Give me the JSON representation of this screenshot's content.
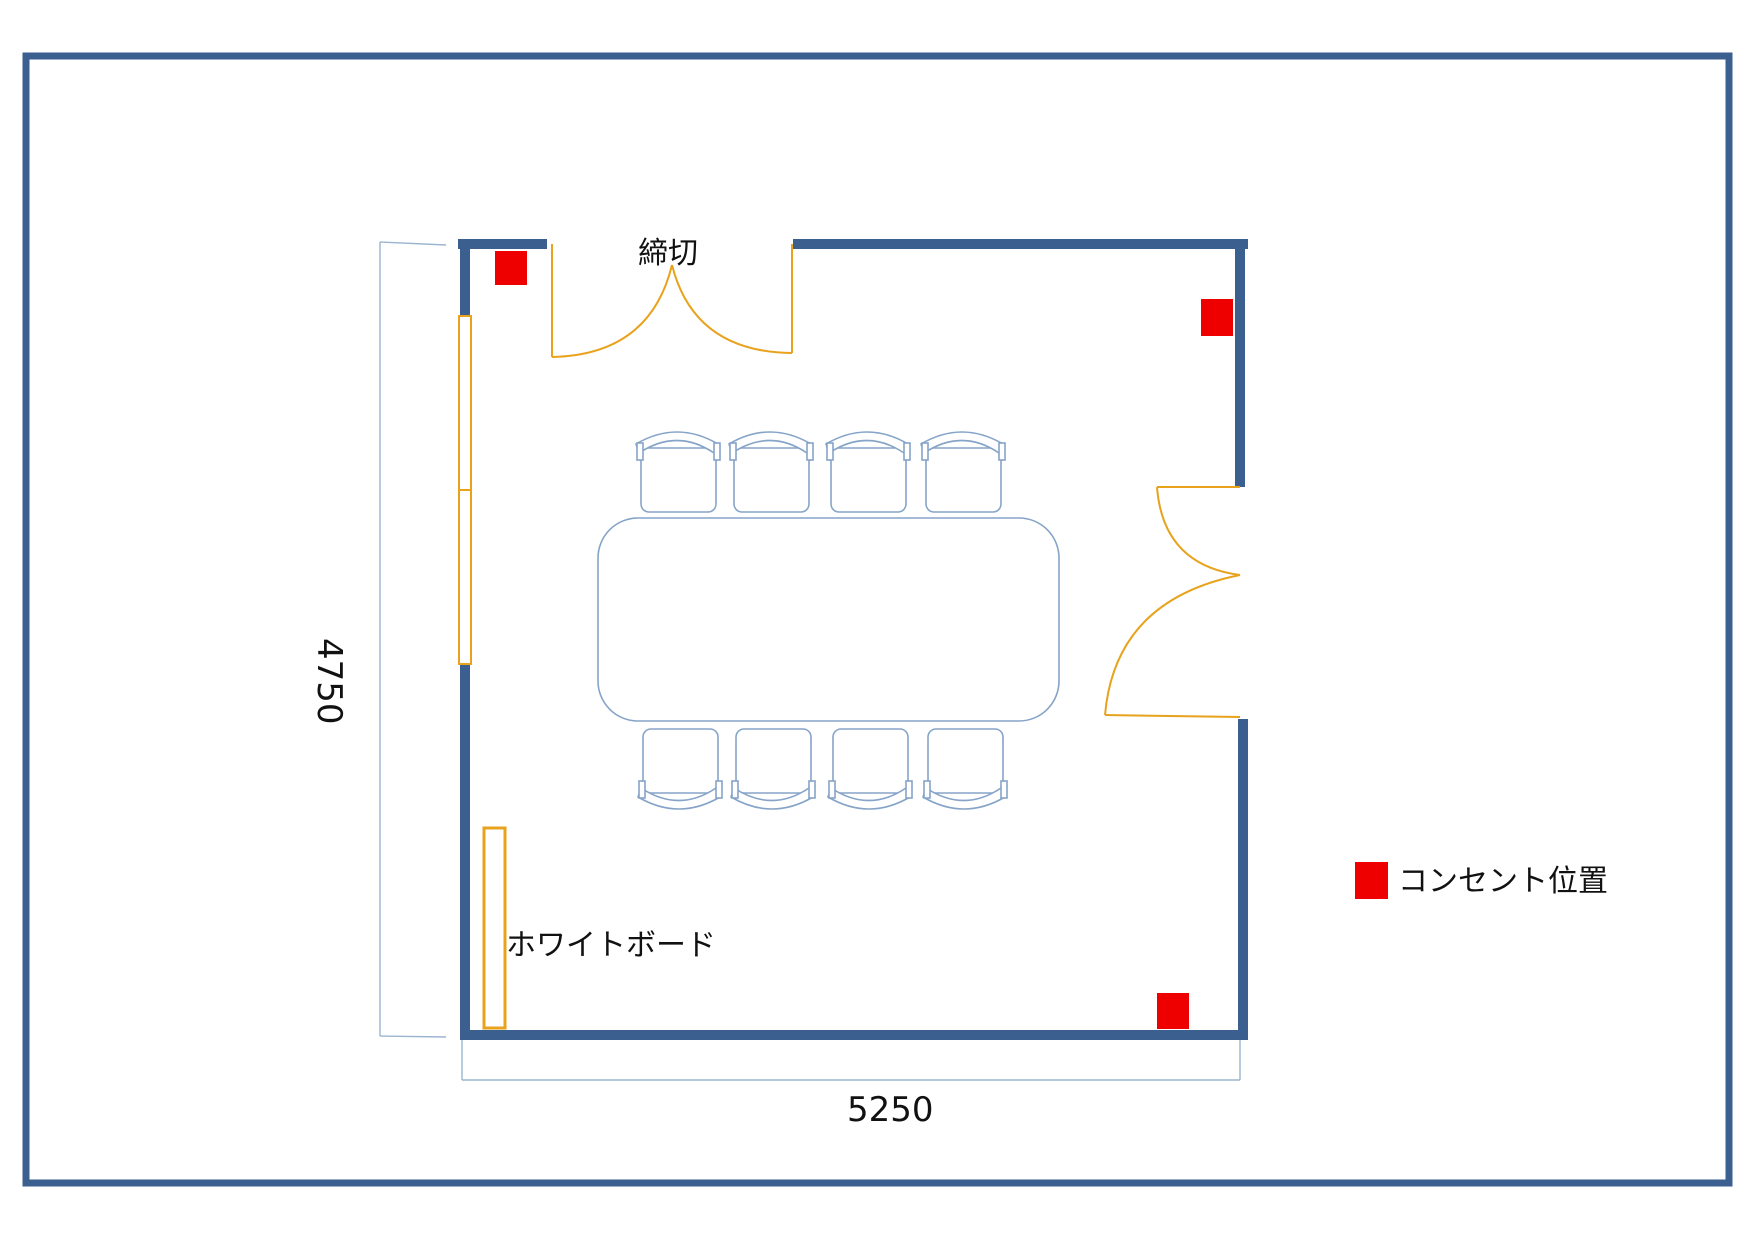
{
  "labels": {
    "door_top": "締切",
    "whiteboard": "ホワイトボード",
    "legend": "コンセント位置"
  },
  "dimensions": {
    "width": "5250",
    "height": "4750"
  },
  "colors": {
    "wall": "#3b5f8f",
    "door": "#e8a21c",
    "furniture": "#86a4c8",
    "outlet": "#ee0000"
  },
  "counts": {
    "chairs_top_row": 4,
    "chairs_bottom_row": 4,
    "outlets": 3
  }
}
